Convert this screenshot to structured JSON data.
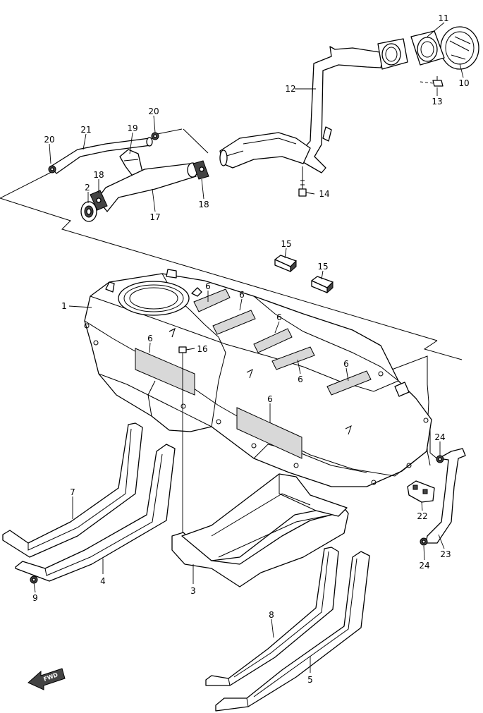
{
  "callouts": [
    {
      "id": "c1",
      "text": "1"
    },
    {
      "id": "c2",
      "text": "2"
    },
    {
      "id": "c3",
      "text": "3"
    },
    {
      "id": "c4",
      "text": "4"
    },
    {
      "id": "c5",
      "text": "5"
    },
    {
      "id": "c6a",
      "text": "6"
    },
    {
      "id": "c6b",
      "text": "6"
    },
    {
      "id": "c6c",
      "text": "6"
    },
    {
      "id": "c6d",
      "text": "6"
    },
    {
      "id": "c6e",
      "text": "6"
    },
    {
      "id": "c6f",
      "text": "6"
    },
    {
      "id": "c6g",
      "text": "6"
    },
    {
      "id": "c7",
      "text": "7"
    },
    {
      "id": "c8",
      "text": "8"
    },
    {
      "id": "c9",
      "text": "9"
    },
    {
      "id": "c10",
      "text": "10"
    },
    {
      "id": "c11",
      "text": "11"
    },
    {
      "id": "c12",
      "text": "12"
    },
    {
      "id": "c13",
      "text": "13"
    },
    {
      "id": "c14",
      "text": "14"
    },
    {
      "id": "c15a",
      "text": "15"
    },
    {
      "id": "c15b",
      "text": "15"
    },
    {
      "id": "c16",
      "text": "16"
    },
    {
      "id": "c17",
      "text": "17"
    },
    {
      "id": "c18a",
      "text": "18"
    },
    {
      "id": "c18b",
      "text": "18"
    },
    {
      "id": "c19",
      "text": "19"
    },
    {
      "id": "c20a",
      "text": "20"
    },
    {
      "id": "c20b",
      "text": "20"
    },
    {
      "id": "c21",
      "text": "21"
    },
    {
      "id": "c22",
      "text": "22"
    },
    {
      "id": "c23",
      "text": "23"
    },
    {
      "id": "c24a",
      "text": "24"
    },
    {
      "id": "c24b",
      "text": "24"
    }
  ],
  "fwd_label": "FWD"
}
